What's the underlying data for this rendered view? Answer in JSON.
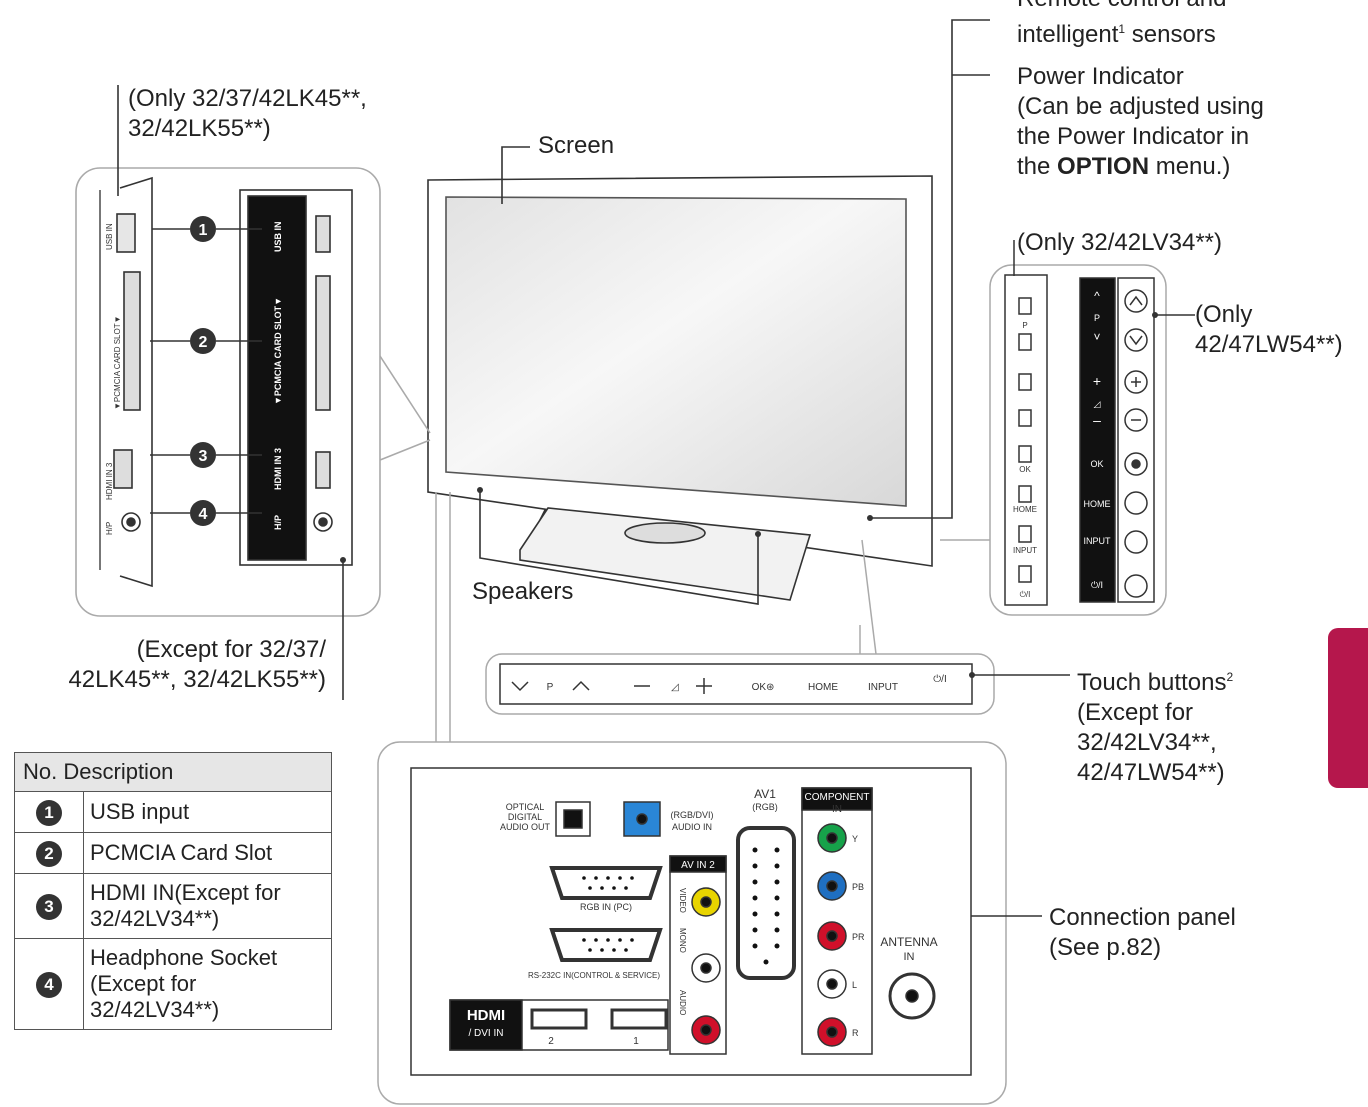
{
  "labels": {
    "sensors_line1": "Remote control and",
    "sensors_line2": "intelligent",
    "sensors_sup": "1",
    "sensors_line3": " sensors",
    "power_line1": "Power Indicator",
    "power_line2": "(Can be adjusted using",
    "power_line3": "the Power Indicator in",
    "power_line4_a": "the ",
    "power_line4_b": "OPTION",
    "power_line4_c": " menu.)",
    "only_lk_line1": "(Only 32/37/42LK45**,",
    "only_lk_line2": "32/42LK55**)",
    "screen": "Screen",
    "speakers": "Speakers",
    "except_lk_line1": "(Except for 32/37/",
    "except_lk_line2": "42LK45**, 32/42LK55**)",
    "only_lv34": "(Only 32/42LV34**)",
    "only_lw54_line1": "(Only",
    "only_lw54_line2": "42/47LW54**)",
    "touch_line1": "Touch buttons",
    "touch_sup": "2",
    "touch_line2": "(Except for",
    "touch_line3": "32/42LV34**,",
    "touch_line4": "42/47LW54**)",
    "conn_line1": "Connection panel",
    "conn_line2": "(See p.82)"
  },
  "table": {
    "header_no": "No.",
    "header_desc": "Description",
    "rows": [
      {
        "num": "1",
        "desc_lines": [
          "USB input"
        ]
      },
      {
        "num": "2",
        "desc_lines": [
          "PCMCIA Card Slot"
        ]
      },
      {
        "num": "3",
        "desc_lines": [
          "HDMI IN(Except for",
          "32/42LV34**)"
        ]
      },
      {
        "num": "4",
        "desc_lines": [
          "Headphone Socket",
          "(Except for",
          "32/42LV34**)"
        ]
      }
    ]
  },
  "side_panel": {
    "callouts": [
      "1",
      "2",
      "3",
      "4"
    ],
    "usb_in": "USB IN",
    "pcmcia": "▼PCMCIA CARD SLOT▼",
    "hdmi3": "HDMI IN 3",
    "hp": "H/P"
  },
  "buttons_panel": {
    "dark_labels": [
      "P",
      "OK",
      "HOME",
      "INPUT",
      "⏻/I"
    ],
    "light_labels": [
      "P",
      "OK",
      "HOME",
      "INPUT",
      "⏻/I"
    ]
  },
  "touch_bar": {
    "items": [
      "P",
      "OK⊛",
      "HOME",
      "INPUT",
      "⏻/I"
    ]
  },
  "connection_panel": {
    "optical": [
      "OPTICAL",
      "DIGITAL",
      "AUDIO OUT"
    ],
    "rgb_dvi": [
      "(RGB/DVI)",
      "AUDIO IN"
    ],
    "rgb_pc": "RGB IN (PC)",
    "rs232": "RS-232C IN(CONTROL & SERVICE)",
    "av1": [
      "AV1",
      "(RGB)"
    ],
    "av_in2": "AV IN 2",
    "video": "VIDEO",
    "audio": "AUDIO",
    "mono": "MONO",
    "component": [
      "COMPONENT",
      "IN"
    ],
    "component_marks": [
      "Y",
      "PB",
      "PR",
      "L",
      "R"
    ],
    "antenna": [
      "ANTENNA",
      "IN"
    ],
    "hdmi_logo": "HDMI",
    "dvi_in": "/ DVI IN",
    "hdmi_ports": [
      "2",
      "1"
    ]
  },
  "colors": {
    "line": "#333333",
    "panel_border": "#aaaaaa",
    "rca_yellow": "#e8d400",
    "rca_red": "#d0102a",
    "rca_green": "#16a24a",
    "rca_blue": "#1f6fc1",
    "rgb_audio_blue": "#2a86d6",
    "side_tab": "#b5174c"
  }
}
